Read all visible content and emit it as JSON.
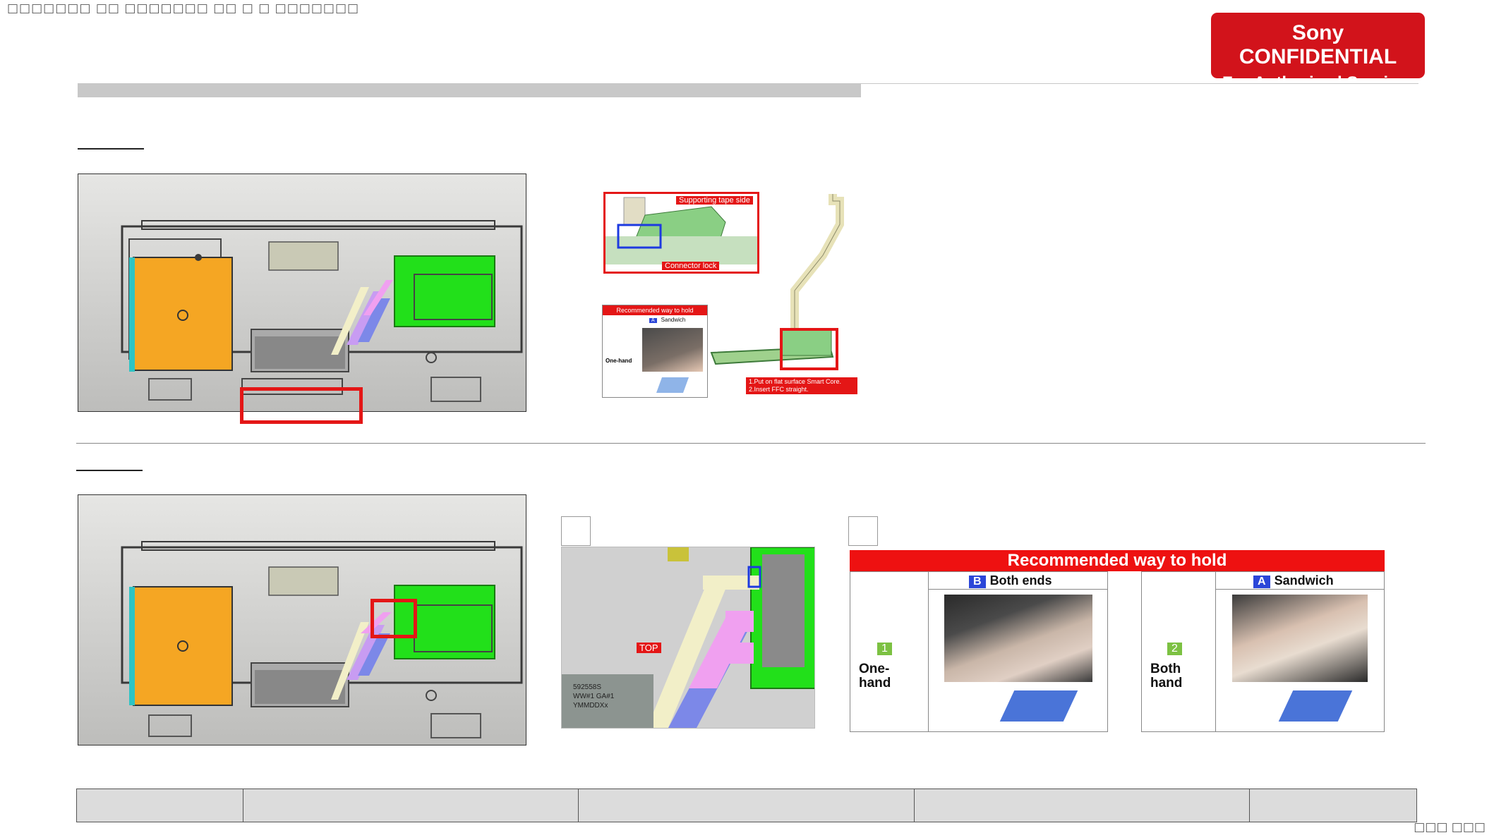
{
  "header": {
    "garbled_title": "□□□□□□□ □□ □□□□□□□ □□ □ □ □□□□□□□",
    "page_number": "□□□ □□□"
  },
  "confidential": {
    "line1": "Sony CONFIDENTIAL",
    "line2": "For Authorized Servicer"
  },
  "step1": {
    "supporting_tape_label": "Supporting tape side",
    "connector_lock_label": "Connector lock",
    "small_recommended_title": "Recommended way to hold",
    "small_sandwich_label": "Sandwich",
    "small_onehand_label": "One-hand",
    "instructions": "1.Put on flat surface Smart Core.\n2.Insert FFC straight."
  },
  "step2": {
    "top_label": "TOP",
    "label_sample_1": "592558S",
    "label_sample_2": "WW#1 GA#1",
    "label_sample_3": "YMMDDXx"
  },
  "recommended": {
    "title": "Recommended way to hold",
    "left": {
      "badge": "B",
      "label": "Both ends",
      "row_badge": "1",
      "row_label": "One-\nhand"
    },
    "right": {
      "badge": "A",
      "label": "Sandwich",
      "row_badge": "2",
      "row_label": "Both\nhand"
    }
  },
  "colors": {
    "confidential_red": "#d2131b",
    "highlight_red": "#e41616",
    "pcb_green": "#22e01a",
    "psu_orange": "#f5a623",
    "badge_blue": "#2b46d8",
    "badge_green": "#7cc142"
  }
}
